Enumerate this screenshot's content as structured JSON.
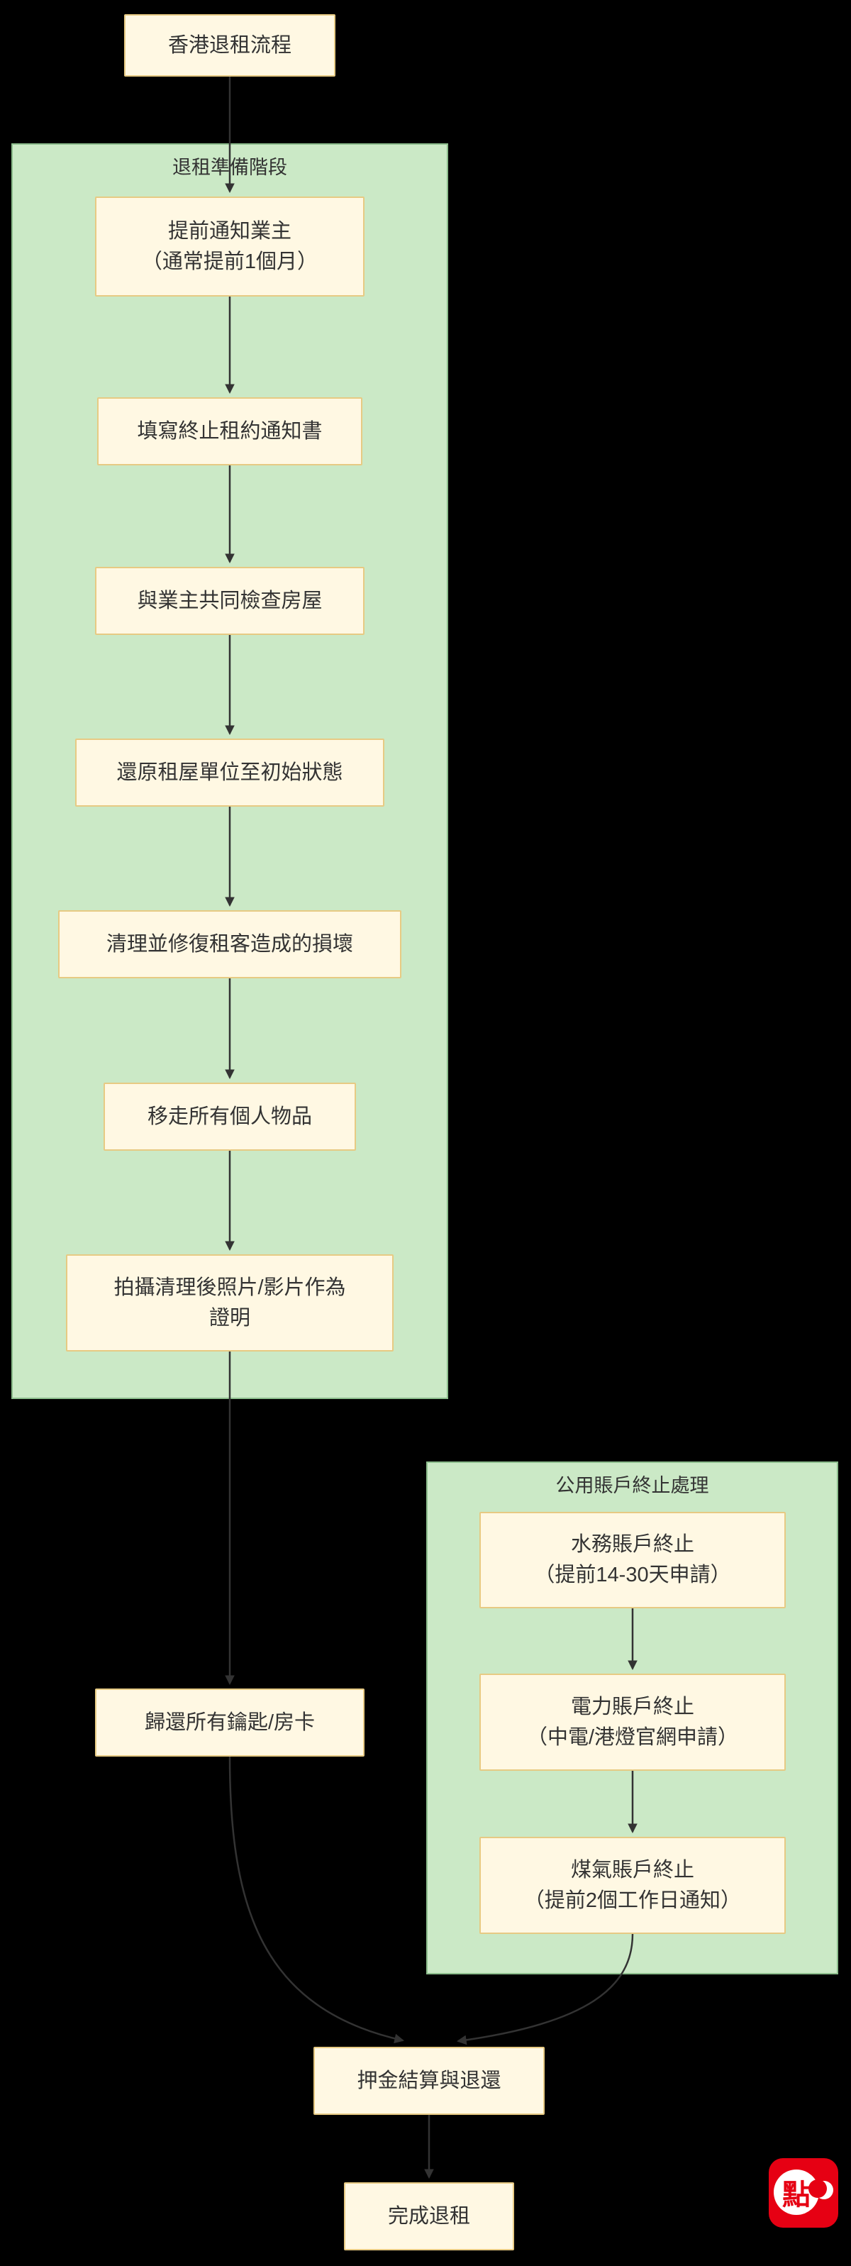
{
  "diagram": {
    "start_node": "香港退租流程",
    "clusters": [
      {
        "label": "退租準備階段"
      },
      {
        "label": "公用賬戶終止處理"
      }
    ],
    "nodes": {
      "notify": {
        "line1": "提前通知業主",
        "line2": "（通常提前1個月）"
      },
      "form": {
        "line1": "填寫終止租約通知書"
      },
      "inspect": {
        "line1": "與業主共同檢查房屋"
      },
      "restore": {
        "line1": "還原租屋單位至初始狀態"
      },
      "repair": {
        "line1": "清理並修復租客造成的損壞"
      },
      "remove": {
        "line1": "移走所有個人物品"
      },
      "photo": {
        "line1": "拍攝清理後照片/影片作為",
        "line2": "證明"
      },
      "water": {
        "line1": "水務賬戶終止",
        "line2": "（提前14-30天申請）"
      },
      "electric": {
        "line1": "電力賬戶終止",
        "line2": "（中電/港燈官網申請）"
      },
      "gas": {
        "line1": "煤氣賬戶終止",
        "line2": "（提前2個工作日通知）"
      },
      "keys": {
        "line1": "歸還所有鑰匙/房卡"
      },
      "deposit": {
        "line1": "押金結算與退還"
      },
      "finish": {
        "line1": "完成退租"
      }
    },
    "colors": {
      "background": "#000000",
      "node_fill": "#FFF8E3",
      "node_border": "#E7CA83",
      "cluster_fill": "#CBE9C6",
      "cluster_border": "#8CBD8C",
      "text": "#333333",
      "edge": "#333333",
      "logo_red": "#E60013"
    },
    "logo_char": "點"
  }
}
